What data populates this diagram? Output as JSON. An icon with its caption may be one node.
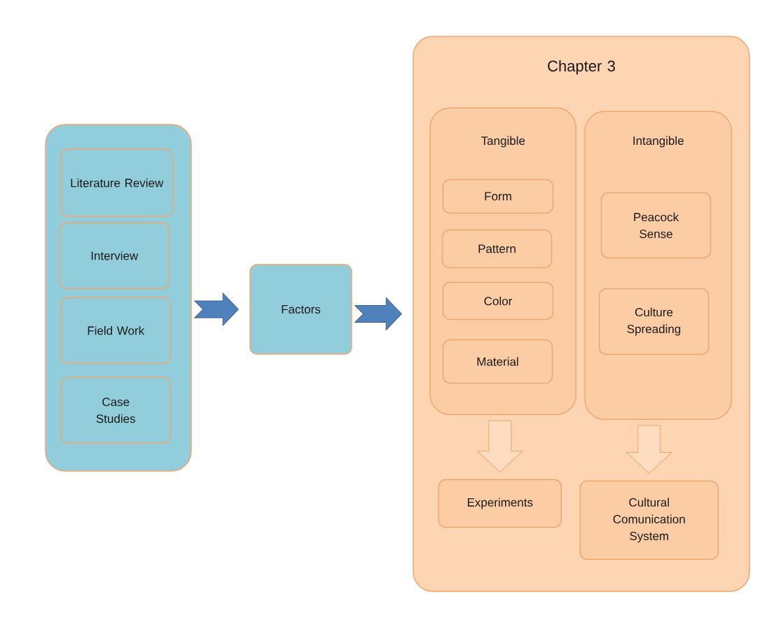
{
  "diagram": {
    "nodes": [
      {
        "text": [],
        "shape": "box"
      },
      {
        "text": [
          "Literature Review"
        ],
        "in": 0
      },
      {
        "text": [
          "Interview"
        ],
        "in": 0
      },
      {
        "text": [
          "Field Work"
        ],
        "in": 0
      },
      {
        "text": [
          "Case Studies"
        ],
        "in": 0
      },
      {
        "text": [
          "Factors"
        ]
      },
      {
        "text": [
          "Chapter 3"
        ]
      },
      {
        "text": [
          "Tangible"
        ],
        "in": 6
      },
      {
        "text": [
          "Form"
        ],
        "in": 7
      },
      {
        "text": [
          "Pattern"
        ],
        "in": 7
      },
      {
        "text": [
          "Color"
        ],
        "in": 7
      },
      {
        "text": [
          "Material"
        ],
        "in": 7
      },
      {
        "text": [
          "Intangible"
        ],
        "in": 6
      },
      {
        "text": [
          "Peacock Sense"
        ],
        "in": 12
      },
      {
        "text": [
          "Culture Spreading"
        ],
        "in": 12
      },
      {
        "text": [
          "Experiments"
        ],
        "in": 6
      },
      {
        "text": [
          "Cultural Comunication System"
        ],
        "in": 6
      }
    ],
    "edges": [
      {
        "from": 0,
        "to": 5,
        "arrow": "to"
      },
      {
        "from": 5,
        "to": 6,
        "arrow": "to"
      },
      {
        "from": 7,
        "to": 15,
        "arrow": "to"
      },
      {
        "from": 12,
        "to": 16,
        "arrow": "to"
      }
    ]
  }
}
